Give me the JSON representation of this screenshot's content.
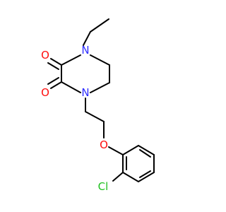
{
  "atoms": {
    "n1": {
      "text": "N",
      "color": "#2f2fff"
    },
    "n4": {
      "text": "N",
      "color": "#2f2fff"
    },
    "o_top": {
      "text": "O",
      "color": "#ff0d0d"
    },
    "o_bottom": {
      "text": "O",
      "color": "#ff0d0d"
    },
    "o_ether": {
      "text": "O",
      "color": "#ff0d0d"
    },
    "cl": {
      "text": "Cl",
      "color": "#1fc01f"
    }
  },
  "bond_color": "#000000"
}
